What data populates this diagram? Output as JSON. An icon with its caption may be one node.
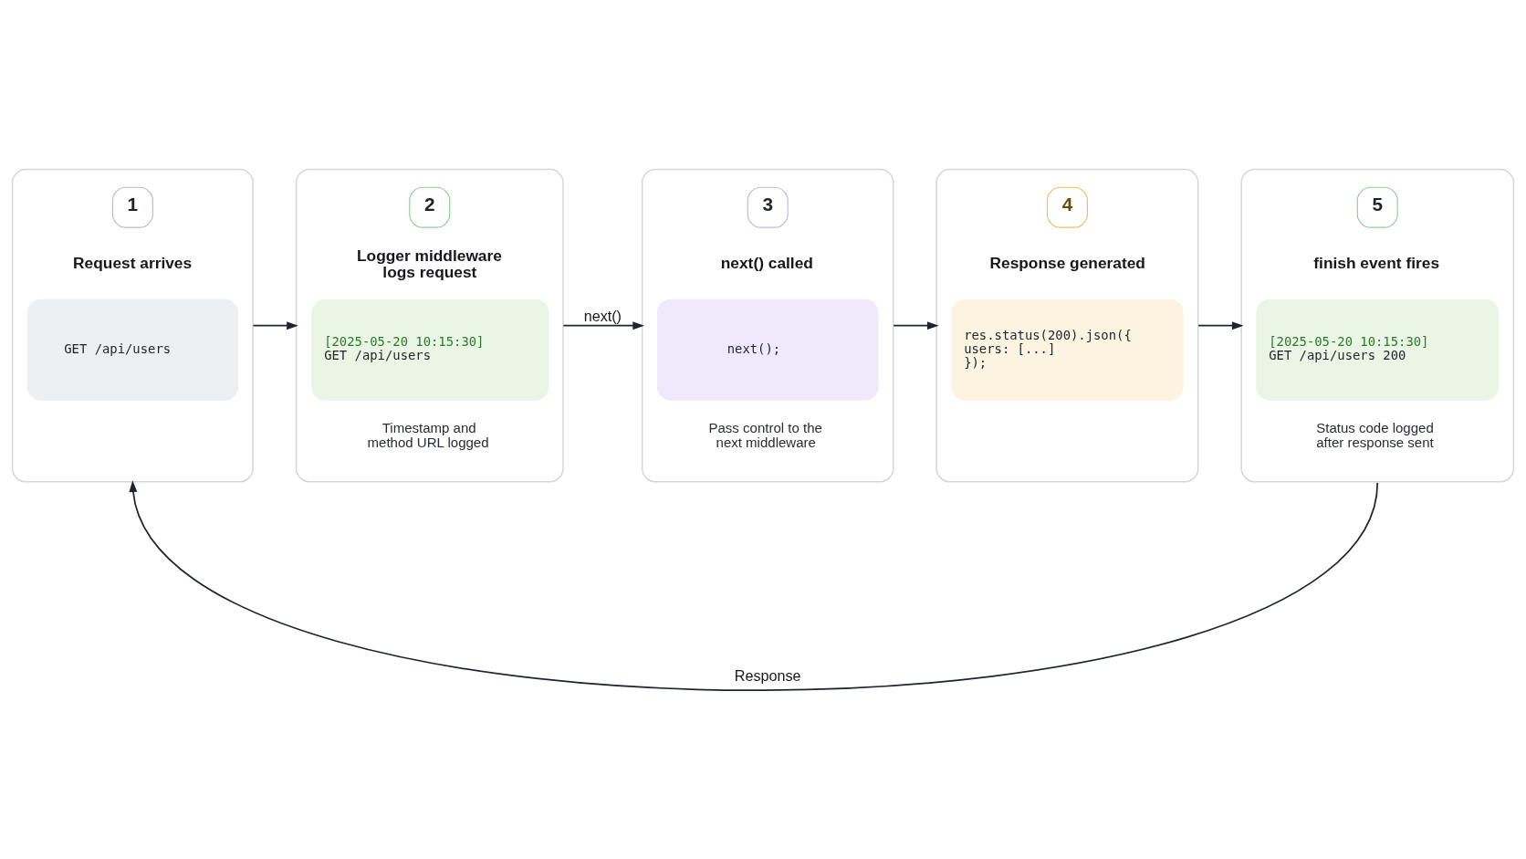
{
  "diagram": {
    "nodes": [
      {
        "text": [
          "1",
          "Request arrives",
          "GET /api/users"
        ]
      },
      {
        "text": [
          "2",
          "Logger middleware logs request",
          "[2025-05-20 10:15:30] GET /api/users",
          "Timestamp and method URL logged"
        ]
      },
      {
        "text": [
          "3",
          "next() called",
          "next();",
          "Pass control to the next middleware"
        ]
      },
      {
        "text": [
          "4",
          "Response generated",
          "res.status(200).json({ users: [...] });"
        ]
      },
      {
        "text": [
          "5",
          "finish event fires",
          "[2025-05-20 10:15:30] GET /api/users 200",
          "Status code logged after response sent"
        ]
      }
    ],
    "edges": [
      {
        "from": 0,
        "to": 1,
        "arrow": "to"
      },
      {
        "from": 1,
        "to": 2,
        "arrow": "to",
        "label": "next()"
      },
      {
        "from": 2,
        "to": 3,
        "arrow": "to"
      },
      {
        "from": 3,
        "to": 4,
        "arrow": "to"
      },
      {
        "from": 4,
        "to": 0,
        "arrow": "to",
        "label": "Response"
      }
    ]
  }
}
